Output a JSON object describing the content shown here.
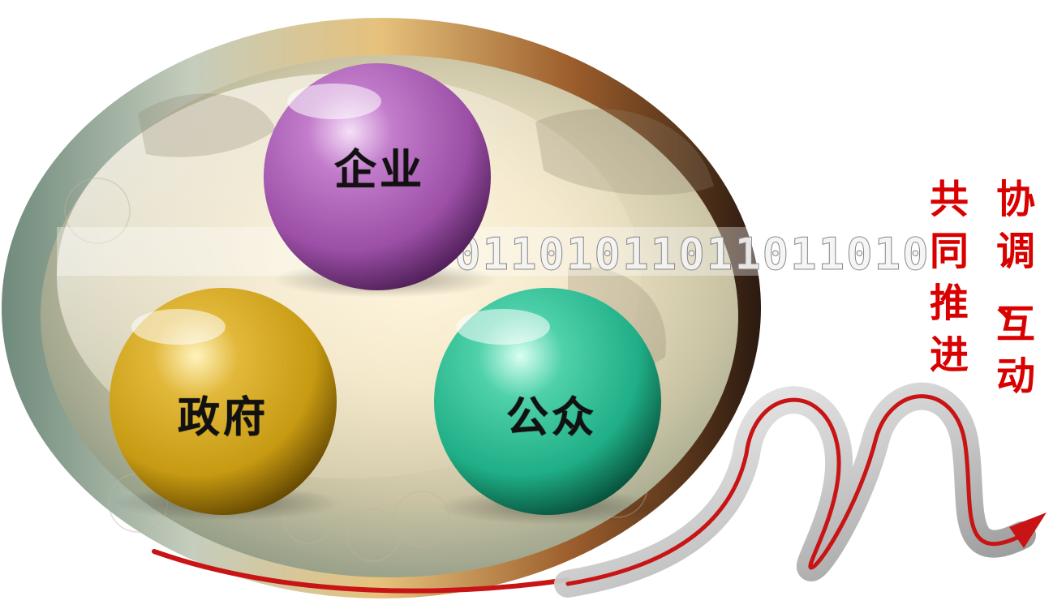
{
  "diagram": {
    "spheres": [
      {
        "id": "enterprise",
        "label": "企业",
        "color": "#9b4fa6",
        "highlight": "#e7b6ee",
        "shade": "#4a1b52"
      },
      {
        "id": "government",
        "label": "政府",
        "color": "#c69a12",
        "highlight": "#f4de7c",
        "shade": "#5e4200"
      },
      {
        "id": "public",
        "label": "公众",
        "color": "#1fae86",
        "highlight": "#9ff0d6",
        "shade": "#064a36"
      }
    ],
    "binary_text": "01101011011011010",
    "slogan": {
      "left_column": [
        "共",
        "同",
        "推",
        "进"
      ],
      "right_column": [
        "协",
        "调",
        "、",
        "互",
        "动"
      ],
      "color": "#d90000"
    },
    "ribbon": {
      "fill": "#d4d4d4",
      "edge": "#bdbdbd",
      "stroke": "#c81414"
    }
  }
}
